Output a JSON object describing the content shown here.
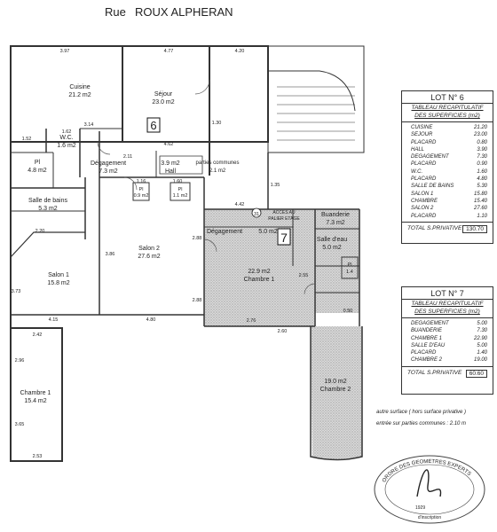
{
  "street": {
    "prefix": "Rue",
    "name": "ROUX  ALPHERAN"
  },
  "lot_markers": {
    "lot6": "6",
    "lot7": "7"
  },
  "dims": {
    "d397": "3.97",
    "d477": "4.77",
    "d420": "4.20",
    "d130": "1.30",
    "d314": "3.14",
    "d462": "4.62",
    "d162": "1.62",
    "d152": "1.52",
    "d211": "2.11",
    "d160": "1.60",
    "d116": "1.16",
    "d386": "3.86",
    "d220": "2.20",
    "d442": "4.42",
    "d276": "2.76",
    "d415": "4.15",
    "d480": "4.80",
    "d242": "2.42",
    "d253": "2.53",
    "d288": "2.88",
    "d288b": "2.88",
    "d373": "3.73",
    "d296": "2.96",
    "d365": "3.65",
    "d135": "1.35",
    "d050": "0.50",
    "d255": "2.55",
    "d260": "2.60"
  },
  "rooms": {
    "cuisine": {
      "name": "Cuisine",
      "area": "21.2 m2"
    },
    "sejour": {
      "name": "Séjour",
      "area": "23.0 m2"
    },
    "wc": {
      "name": "W.C.",
      "area": "1.6 m2"
    },
    "degagement6": {
      "name": "Dégagement",
      "area": "7.3 m2"
    },
    "hall": {
      "name": "Hall",
      "area": "3.9 m2"
    },
    "parties": {
      "name": "parties communes",
      "area": "2.1 m2"
    },
    "pl_left": {
      "name": "Pl",
      "area": "4.8 m2"
    },
    "pl_small1": {
      "name": "Pl",
      "area": "0.9 m2"
    },
    "pl_small2": {
      "name": "Pl",
      "area": "1.1 m2"
    },
    "sdb": {
      "name": "Salle de bains",
      "area": "5.3 m2"
    },
    "salon1": {
      "name": "Salon 1",
      "area": "15.8 m2"
    },
    "salon2": {
      "name": "Salon 2",
      "area": "27.6 m2"
    },
    "chambre1_lot6": {
      "name": "Chambre 1",
      "area": "15.4 m2"
    },
    "degagement7": {
      "name": "Dégagement",
      "area": "5.0 m2"
    },
    "buanderie": {
      "name": "Buanderie",
      "area": "7.3 m2"
    },
    "chambre1_lot7": {
      "name": "Chambre 1",
      "area": "22.9 m2"
    },
    "salle_eau": {
      "name": "Salle d'eau",
      "area": "5.0 m2"
    },
    "pl_lot7": {
      "name": "Pl",
      "area": "1.4"
    },
    "chambre2": {
      "name": "Chambre 2",
      "area": "19.0 m2"
    },
    "acces": {
      "line1": "ACCES AU",
      "line2": "PALIER ETAGE"
    },
    "num31": "31"
  },
  "lot6": {
    "title": "LOT N° 6",
    "subtitle1": "TABLEAU RECAPITULATIF",
    "subtitle2": "DES SUPERFICIES (m2)",
    "rows": [
      {
        "label": "CUISINE",
        "value": "21.20"
      },
      {
        "label": "SEJOUR",
        "value": "23.00"
      },
      {
        "label": "PLACARD",
        "value": "0.80"
      },
      {
        "label": "HALL",
        "value": "3.90"
      },
      {
        "label": "DEGAGEMENT",
        "value": "7.30"
      },
      {
        "label": "PLACARD",
        "value": "0.90"
      },
      {
        "label": "W.C.",
        "value": "1.60"
      },
      {
        "label": "PLACARD",
        "value": "4.80"
      },
      {
        "label": "SALLE DE BAINS",
        "value": "5.30"
      },
      {
        "label": "SALON 1",
        "value": "15.80"
      },
      {
        "label": "CHAMBRE",
        "value": "15.40"
      },
      {
        "label": "SALON 2",
        "value": "27.60"
      },
      {
        "label": "PLACARD",
        "value": "1.10"
      }
    ],
    "total_label": "TOTAL S.PRIVATIVE",
    "total_value": "130.70"
  },
  "lot7": {
    "title": "LOT N° 7",
    "subtitle1": "TABLEAU RECAPITULATIF",
    "subtitle2": "DES SUPERFICIES (m2)",
    "rows": [
      {
        "label": "DEGAGEMENT",
        "value": "5.00"
      },
      {
        "label": "BUANDERIE",
        "value": "7.30"
      },
      {
        "label": "CHAMBRE 1",
        "value": "22.90"
      },
      {
        "label": "SALLE D'EAU",
        "value": "5.00"
      },
      {
        "label": "PLACARD",
        "value": "1.40"
      },
      {
        "label": "CHAMBRE 2",
        "value": "19.00"
      }
    ],
    "total_label": "TOTAL S.PRIVATIVE",
    "total_value": "60.60"
  },
  "notes": {
    "note1": "autre surface ( hors surface privative )",
    "note2": "entrée sur parties communes : 2.10 m"
  },
  "stamp": {
    "ring": "ORDRE DES GEOMETRES EXPERTS",
    "code": "1929",
    "bottom": "d'inscription"
  },
  "colors": {
    "hatch": "#b8b8b8",
    "wall": "#333333"
  }
}
